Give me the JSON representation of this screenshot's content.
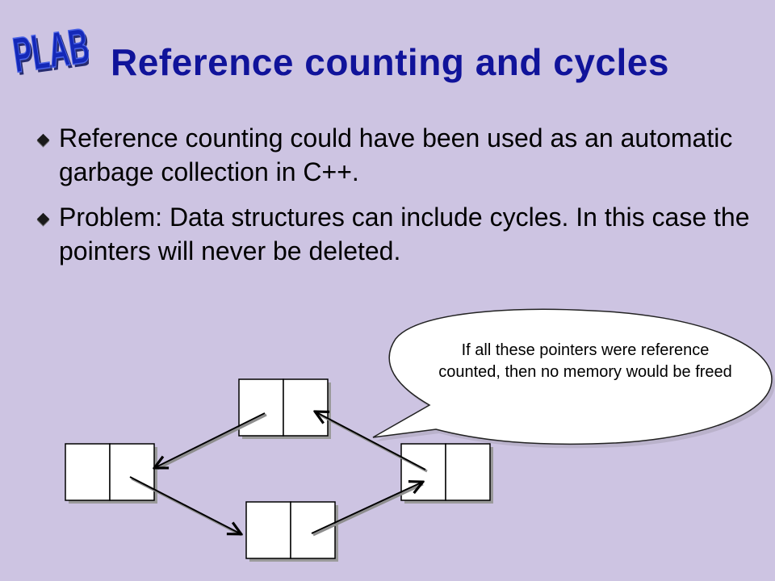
{
  "logo": {
    "text": "PLAB",
    "colors": {
      "fill": "#1428b8",
      "stroke": "#4b63e6",
      "shadow": "#0a115c"
    }
  },
  "title": "Reference counting and cycles",
  "bullets": [
    {
      "text": "Reference counting could have been used as an automatic garbage collection in C++."
    },
    {
      "text": "Problem: Data structures can include cycles. In this case the pointers will never be deleted."
    }
  ],
  "callout": {
    "text": "If all these pointers were reference counted, then no memory would be freed"
  },
  "colors": {
    "background": "#cdc4e2",
    "title": "#10139a",
    "node_fill": "#ffffff",
    "node_stroke": "#000000"
  },
  "diagram": {
    "nodes": [
      {
        "id": "node-top",
        "cells": 2
      },
      {
        "id": "node-left",
        "cells": 2
      },
      {
        "id": "node-bottom",
        "cells": 2
      },
      {
        "id": "node-right",
        "cells": 2
      }
    ],
    "pointers": [
      {
        "from": "node-top",
        "to": "node-left"
      },
      {
        "from": "node-left",
        "to": "node-bottom"
      },
      {
        "from": "node-bottom",
        "to": "node-right"
      },
      {
        "from": "node-right",
        "to": "node-top"
      }
    ]
  }
}
